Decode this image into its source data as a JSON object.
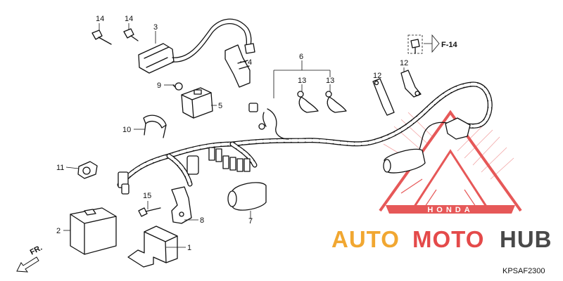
{
  "diagram": {
    "code": "KPSAF2300",
    "front_label": "FR.",
    "ref_label": "F-14",
    "callouts": [
      "14",
      "14",
      "3",
      "4",
      "9",
      "5",
      "10",
      "11",
      "2",
      "15",
      "8",
      "1",
      "7",
      "6",
      "13",
      "13",
      "12",
      "12"
    ]
  },
  "watermark": {
    "part1": "AUTO",
    "part2": "MOTO",
    "part3": "HUB",
    "brand": "HONDA",
    "color_primary": "#f0a020",
    "color_secondary": "#e23b3b",
    "color_dark": "#3a3a3a"
  }
}
